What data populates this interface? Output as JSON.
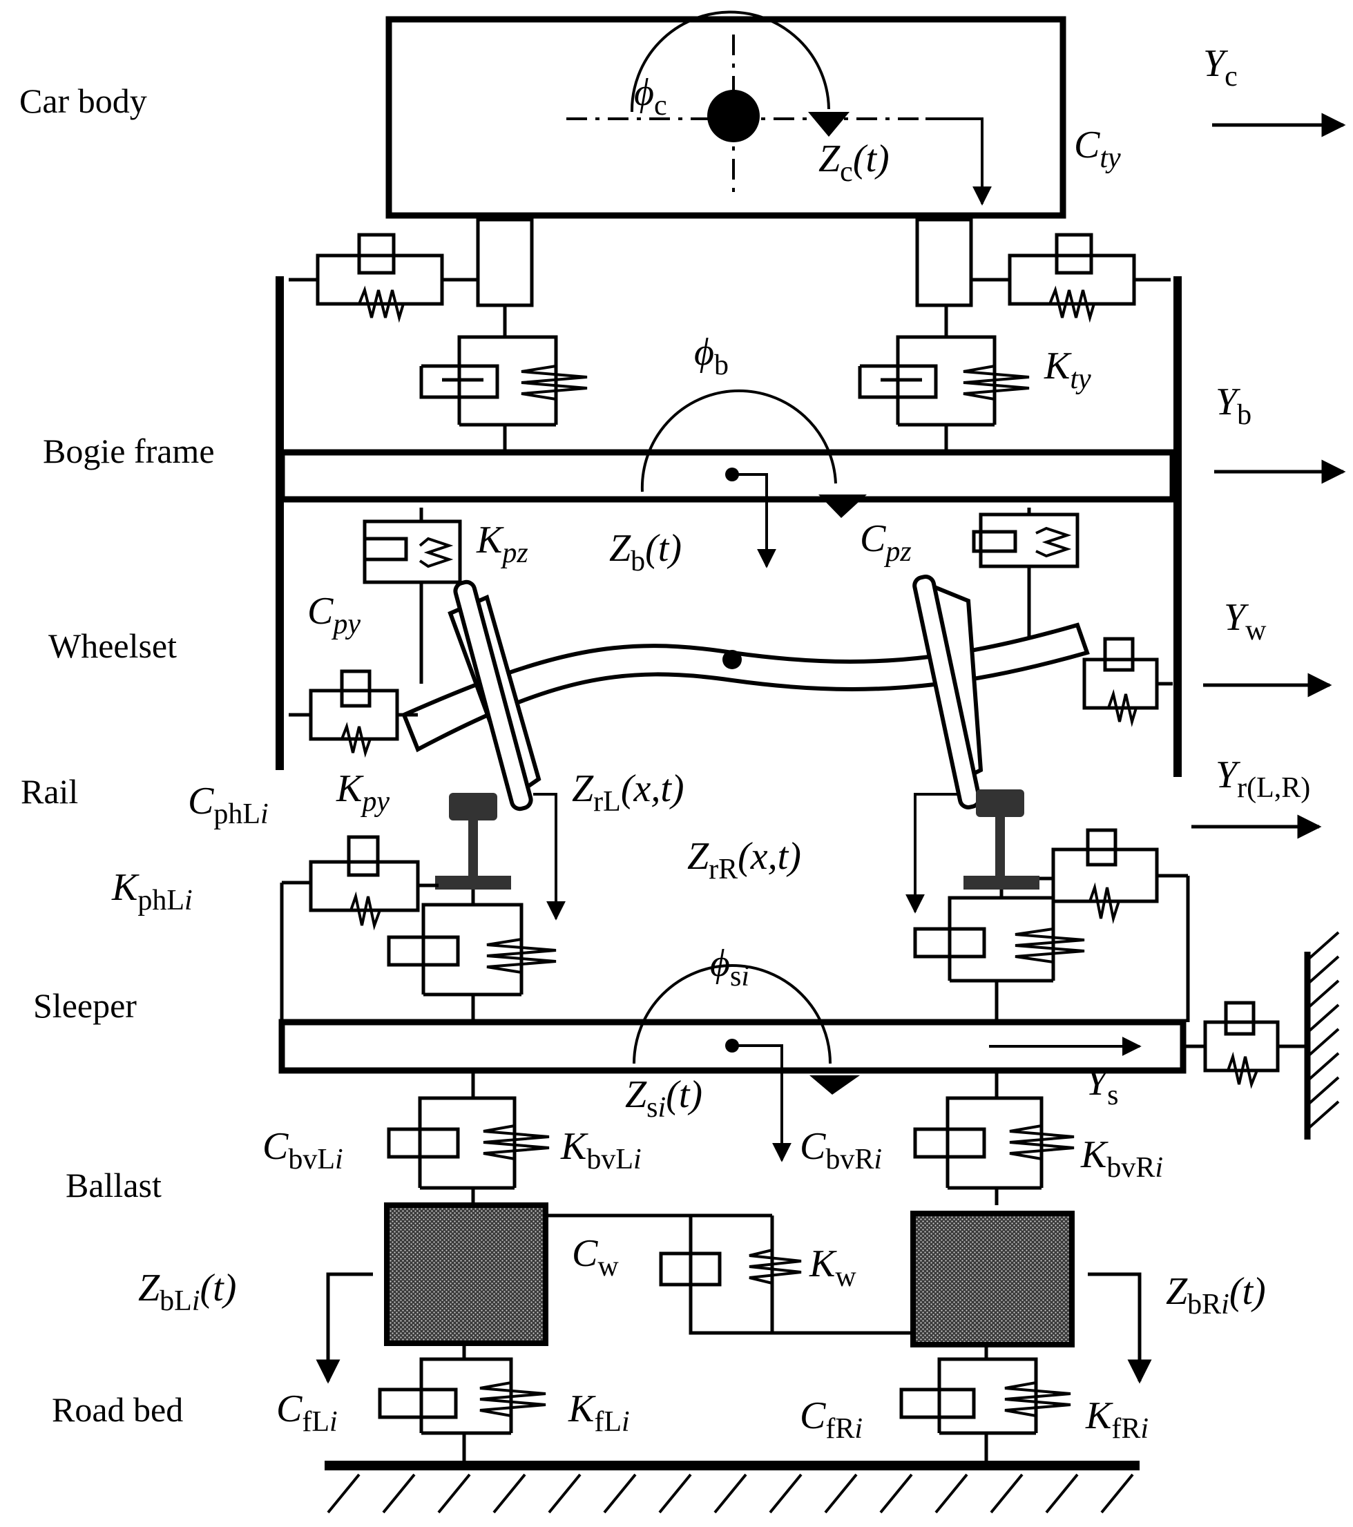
{
  "layers": {
    "car_body": "Car body",
    "bogie_frame": "Bogie frame",
    "wheelset": "Wheelset",
    "rail": "Rail",
    "sleeper": "Sleeper",
    "ballast": "Ballast",
    "road_bed": "Road bed"
  },
  "symbols": {
    "phi_c": {
      "main": "ϕ",
      "sub": "c"
    },
    "Z_c": {
      "main": "Z",
      "sub": "c",
      "rest": "(t)"
    },
    "Y_c": {
      "main": "Y",
      "sub": "c"
    },
    "C_ty": {
      "main": "C",
      "sub": "ty"
    },
    "K_ty": {
      "main": "K",
      "sub": "ty"
    },
    "phi_b": {
      "main": "ϕ",
      "sub": "b"
    },
    "Y_b": {
      "main": "Y",
      "sub": "b"
    },
    "Z_b": {
      "main": "Z",
      "sub": "b",
      "rest": "(t)"
    },
    "K_pz": {
      "main": "K",
      "sub": "pz"
    },
    "C_pz": {
      "main": "C",
      "sub": "pz"
    },
    "C_py": {
      "main": "C",
      "sub": "py"
    },
    "K_py": {
      "main": "K",
      "sub": "py"
    },
    "Y_w": {
      "main": "Y",
      "sub": "w"
    },
    "Y_r": {
      "main": "Y",
      "sub": "r(L,R)"
    },
    "C_phL": {
      "main": "C",
      "sub": "phL",
      "subi": "i"
    },
    "K_phL": {
      "main": "K",
      "sub": "phL",
      "subi": "i"
    },
    "Z_rL": {
      "main": "Z",
      "sub": "rL",
      "rest": "(x,t)"
    },
    "Z_rR": {
      "main": "Z",
      "sub": "rR",
      "rest": "(x,t)"
    },
    "phi_s": {
      "main": "ϕ",
      "sub": "s",
      "subi": "i"
    },
    "Z_s": {
      "main": "Z",
      "sub": "s",
      "subi": "i",
      "rest": "(t)"
    },
    "Y_s": {
      "main": "Y",
      "sub": "s"
    },
    "C_bvL": {
      "main": "C",
      "sub": "bvL",
      "subi": "i"
    },
    "K_bvL": {
      "main": "K",
      "sub": "bvL",
      "subi": "i"
    },
    "C_bvR": {
      "main": "C",
      "sub": "bvR",
      "subi": "i"
    },
    "K_bvR": {
      "main": "K",
      "sub": "bvR",
      "subi": "i"
    },
    "C_w": {
      "main": "C",
      "sub": "w"
    },
    "K_w": {
      "main": "K",
      "sub": "w"
    },
    "Z_bL": {
      "main": "Z",
      "sub": "bL",
      "subi": "i",
      "rest": "(t)"
    },
    "Z_bR": {
      "main": "Z",
      "sub": "bR",
      "subi": "i",
      "rest": "(t)"
    },
    "C_fL": {
      "main": "C",
      "sub": "fL",
      "subi": "i"
    },
    "K_fL": {
      "main": "K",
      "sub": "fL",
      "subi": "i"
    },
    "C_fR": {
      "main": "C",
      "sub": "fR",
      "subi": "i"
    },
    "K_fR": {
      "main": "K",
      "sub": "fR",
      "subi": "i"
    }
  },
  "colors": {
    "line": "#000000",
    "ballast_fill": "#555555",
    "background": "#ffffff"
  }
}
